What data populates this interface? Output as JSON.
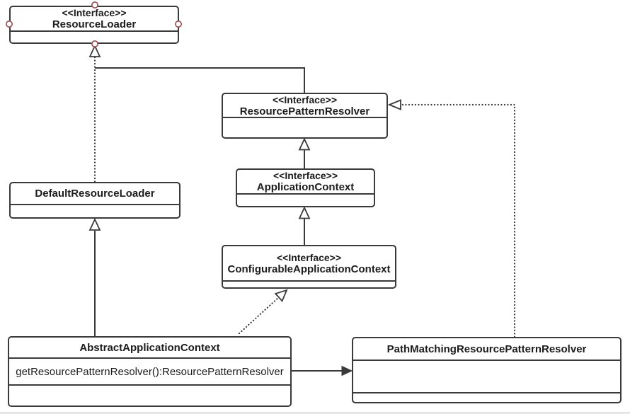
{
  "classes": {
    "resource_loader": {
      "stereotype": "<<Interface>>",
      "name": "ResourceLoader"
    },
    "resource_pattern_resolver": {
      "stereotype": "<<Interface>>",
      "name": "ResourcePatternResolver"
    },
    "application_context": {
      "stereotype": "<<Interface>>",
      "name": "ApplicationContext"
    },
    "configurable_application_context": {
      "stereotype": "<<Interface>>",
      "name": "ConfigurableApplicationContext"
    },
    "default_resource_loader": {
      "name": "DefaultResourceLoader"
    },
    "abstract_application_context": {
      "name": "AbstractApplicationContext",
      "method": "getResourcePatternResolver():ResourcePatternResolver"
    },
    "path_matching_resource_pattern_resolver": {
      "name": "PathMatchingResourcePatternResolver"
    }
  },
  "relationships": [
    {
      "type": "realization",
      "from": "DefaultResourceLoader",
      "to": "ResourceLoader",
      "line": "dotted",
      "arrow": "hollow-triangle"
    },
    {
      "type": "generalization",
      "from": "ResourcePatternResolver",
      "to": "ResourceLoader",
      "line": "solid",
      "arrow": "hollow-triangle"
    },
    {
      "type": "generalization",
      "from": "ApplicationContext",
      "to": "ResourcePatternResolver",
      "line": "solid",
      "arrow": "hollow-triangle"
    },
    {
      "type": "generalization",
      "from": "ConfigurableApplicationContext",
      "to": "ApplicationContext",
      "line": "solid",
      "arrow": "hollow-triangle"
    },
    {
      "type": "generalization",
      "from": "AbstractApplicationContext",
      "to": "DefaultResourceLoader",
      "line": "solid",
      "arrow": "hollow-triangle"
    },
    {
      "type": "realization",
      "from": "AbstractApplicationContext",
      "to": "ConfigurableApplicationContext",
      "line": "dotted",
      "arrow": "hollow-triangle"
    },
    {
      "type": "association",
      "from": "AbstractApplicationContext",
      "to": "PathMatchingResourcePatternResolver",
      "line": "solid",
      "arrow": "filled-triangle"
    },
    {
      "type": "realization",
      "from": "PathMatchingResourcePatternResolver",
      "to": "ResourcePatternResolver",
      "line": "dotted",
      "arrow": "hollow-triangle"
    }
  ],
  "colors": {
    "box_border": "#3a3a3a",
    "box_fill": "#ffffff",
    "edge_line": "#3a3a3a",
    "text": "#1c1c1c",
    "connection_handle_stroke": "#9c4a4a",
    "connection_handle_fill": "#ffffff"
  }
}
